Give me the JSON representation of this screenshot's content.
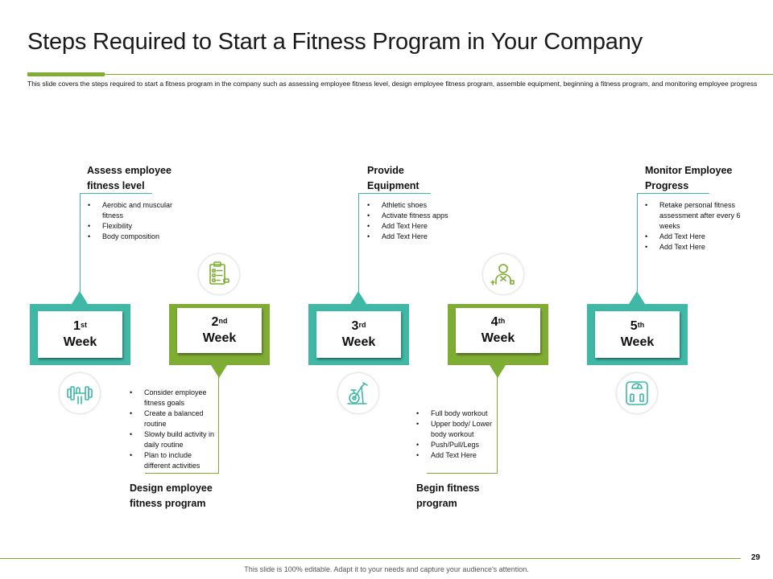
{
  "slide": {
    "title": "Steps Required to Start a Fitness Program in Your Company",
    "description": "This slide covers the steps required to start a fitness program in the company such as assessing employee fitness level, design employee fitness program, assemble equipment, beginning a fitness program, and monitoring employee progress",
    "page_number": "29",
    "footer": "This slide is 100% editable. Adapt it to your needs and capture your audience's attention."
  },
  "colors": {
    "teal": "#3fb8a6",
    "green": "#7fad34"
  },
  "steps": [
    {
      "num": "1",
      "suffix": "st",
      "week": "Week",
      "heading_line1": "Assess employee",
      "heading_line2": "fitness level",
      "bullets": [
        "Aerobic and muscular fitness",
        "Flexibility",
        "Body composition"
      ],
      "icon": "dumbbell-icon"
    },
    {
      "num": "2",
      "suffix": "nd",
      "week": "Week",
      "heading_line1": "Design employee",
      "heading_line2": "fitness program",
      "bullets": [
        "Consider employee fitness goals",
        "Create a balanced routine",
        "Slowly build activity in daily routine",
        "Plan to include different activities"
      ],
      "icon": "clipboard-icon"
    },
    {
      "num": "3",
      "suffix": "rd",
      "week": "Week",
      "heading_line1": "Provide",
      "heading_line2": "Equipment",
      "bullets": [
        "Athletic shoes",
        "Activate fitness apps",
        "Add Text Here",
        "Add Text Here"
      ],
      "icon": "exercise-bike-icon"
    },
    {
      "num": "4",
      "suffix": "th",
      "week": "Week",
      "heading_line1": "Begin fitness",
      "heading_line2": "program",
      "bullets": [
        "Full body workout",
        "Upper body/ Lower body workout",
        "Push/Pull/Legs",
        "Add Text Here"
      ],
      "icon": "trainer-icon"
    },
    {
      "num": "5",
      "suffix": "th",
      "week": "Week",
      "heading_line1": "Monitor Employee",
      "heading_line2": "Progress",
      "bullets": [
        "Retake personal fitness assessment after every 6 weeks",
        "Add Text Here",
        "Add Text Here"
      ],
      "icon": "weighing-scale-icon"
    }
  ]
}
